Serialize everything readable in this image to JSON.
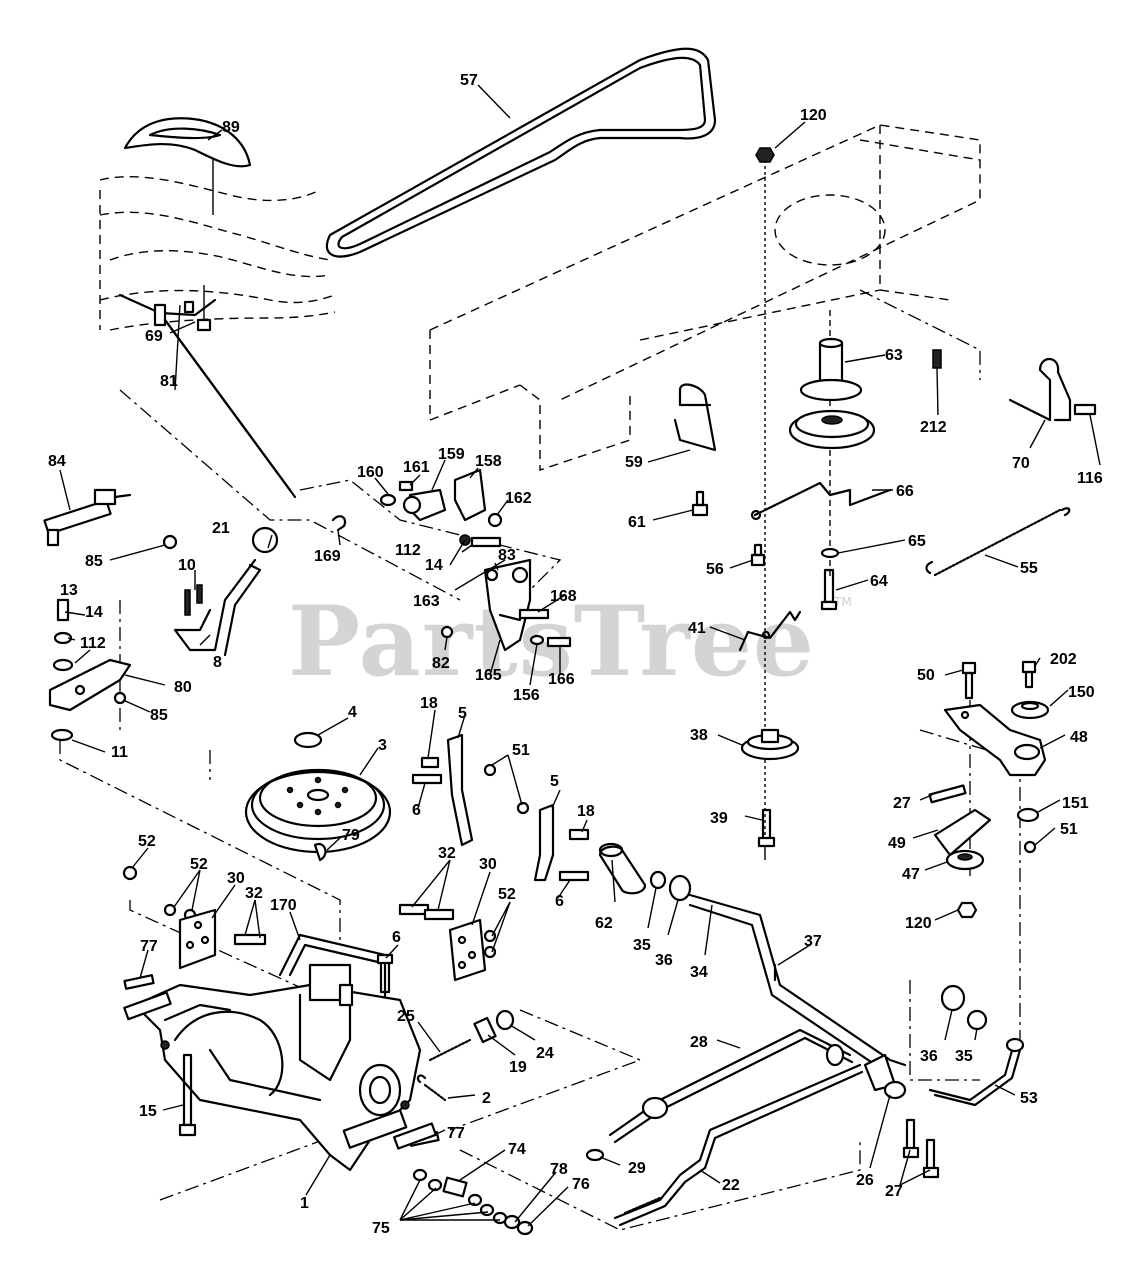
{
  "watermark": {
    "text": "PartsTree",
    "trademark": "TM"
  },
  "labels": [
    {
      "id": "l57",
      "text": "57"
    },
    {
      "id": "l120a",
      "text": "120"
    },
    {
      "id": "l89",
      "text": "89"
    },
    {
      "id": "l69",
      "text": "69"
    },
    {
      "id": "l63",
      "text": "63"
    },
    {
      "id": "l212",
      "text": "212"
    },
    {
      "id": "l70",
      "text": "70"
    },
    {
      "id": "l116",
      "text": "116"
    },
    {
      "id": "l81",
      "text": "81"
    },
    {
      "id": "l84",
      "text": "84"
    },
    {
      "id": "l160",
      "text": "160"
    },
    {
      "id": "l161",
      "text": "161"
    },
    {
      "id": "l159",
      "text": "159"
    },
    {
      "id": "l158",
      "text": "158"
    },
    {
      "id": "l162",
      "text": "162"
    },
    {
      "id": "l59",
      "text": "59"
    },
    {
      "id": "l66",
      "text": "66"
    },
    {
      "id": "l21",
      "text": "21"
    },
    {
      "id": "l169",
      "text": "169"
    },
    {
      "id": "l61",
      "text": "61"
    },
    {
      "id": "l85a",
      "text": "85"
    },
    {
      "id": "l10",
      "text": "10"
    },
    {
      "id": "l112a",
      "text": "112"
    },
    {
      "id": "l14a",
      "text": "14"
    },
    {
      "id": "l83",
      "text": "83"
    },
    {
      "id": "l56",
      "text": "56"
    },
    {
      "id": "l65",
      "text": "65"
    },
    {
      "id": "l163",
      "text": "163"
    },
    {
      "id": "l13",
      "text": "13"
    },
    {
      "id": "l64",
      "text": "64"
    },
    {
      "id": "l55",
      "text": "55"
    },
    {
      "id": "l168",
      "text": "168"
    },
    {
      "id": "l14b",
      "text": "14"
    },
    {
      "id": "l112b",
      "text": "112"
    },
    {
      "id": "l8",
      "text": "8"
    },
    {
      "id": "l82",
      "text": "82"
    },
    {
      "id": "l165",
      "text": "165"
    },
    {
      "id": "l41",
      "text": "41"
    },
    {
      "id": "l166",
      "text": "166"
    },
    {
      "id": "l80",
      "text": "80"
    },
    {
      "id": "l156",
      "text": "156"
    },
    {
      "id": "l50",
      "text": "50"
    },
    {
      "id": "l202",
      "text": "202"
    },
    {
      "id": "l150",
      "text": "150"
    },
    {
      "id": "l85b",
      "text": "85"
    },
    {
      "id": "l4",
      "text": "4"
    },
    {
      "id": "l18a",
      "text": "18"
    },
    {
      "id": "l5a",
      "text": "5"
    },
    {
      "id": "l11",
      "text": "11"
    },
    {
      "id": "l38",
      "text": "38"
    },
    {
      "id": "l48",
      "text": "48"
    },
    {
      "id": "l3",
      "text": "3"
    },
    {
      "id": "l51a",
      "text": "51"
    },
    {
      "id": "l6a",
      "text": "6"
    },
    {
      "id": "l5b",
      "text": "5"
    },
    {
      "id": "l27a",
      "text": "27"
    },
    {
      "id": "l151",
      "text": "151"
    },
    {
      "id": "l18b",
      "text": "18"
    },
    {
      "id": "l51b",
      "text": "51"
    },
    {
      "id": "l39",
      "text": "39"
    },
    {
      "id": "l52a",
      "text": "52"
    },
    {
      "id": "l79",
      "text": "79"
    },
    {
      "id": "l49",
      "text": "49"
    },
    {
      "id": "l32a",
      "text": "32"
    },
    {
      "id": "l52b",
      "text": "52"
    },
    {
      "id": "l30a",
      "text": "30"
    },
    {
      "id": "l6b",
      "text": "6"
    },
    {
      "id": "l47",
      "text": "47"
    },
    {
      "id": "l32b",
      "text": "32"
    },
    {
      "id": "l30b",
      "text": "30"
    },
    {
      "id": "l62",
      "text": "62"
    },
    {
      "id": "l52c",
      "text": "52"
    },
    {
      "id": "l120b",
      "text": "120"
    },
    {
      "id": "l170",
      "text": "170"
    },
    {
      "id": "l35a",
      "text": "35"
    },
    {
      "id": "l36a",
      "text": "36"
    },
    {
      "id": "l34",
      "text": "34"
    },
    {
      "id": "l6c",
      "text": "6"
    },
    {
      "id": "l37",
      "text": "37"
    },
    {
      "id": "l77a",
      "text": "77"
    },
    {
      "id": "l25",
      "text": "25"
    },
    {
      "id": "l24",
      "text": "24"
    },
    {
      "id": "l19",
      "text": "19"
    },
    {
      "id": "l36b",
      "text": "36"
    },
    {
      "id": "l35b",
      "text": "35"
    },
    {
      "id": "l28",
      "text": "28"
    },
    {
      "id": "l2",
      "text": "2"
    },
    {
      "id": "l53",
      "text": "53"
    },
    {
      "id": "l15",
      "text": "15"
    },
    {
      "id": "l77b",
      "text": "77"
    },
    {
      "id": "l74",
      "text": "74"
    },
    {
      "id": "l29",
      "text": "29"
    },
    {
      "id": "l26",
      "text": "26"
    },
    {
      "id": "l78",
      "text": "78"
    },
    {
      "id": "l76",
      "text": "76"
    },
    {
      "id": "l22",
      "text": "22"
    },
    {
      "id": "l27b",
      "text": "27"
    },
    {
      "id": "l1",
      "text": "1"
    },
    {
      "id": "l75",
      "text": "75"
    }
  ]
}
